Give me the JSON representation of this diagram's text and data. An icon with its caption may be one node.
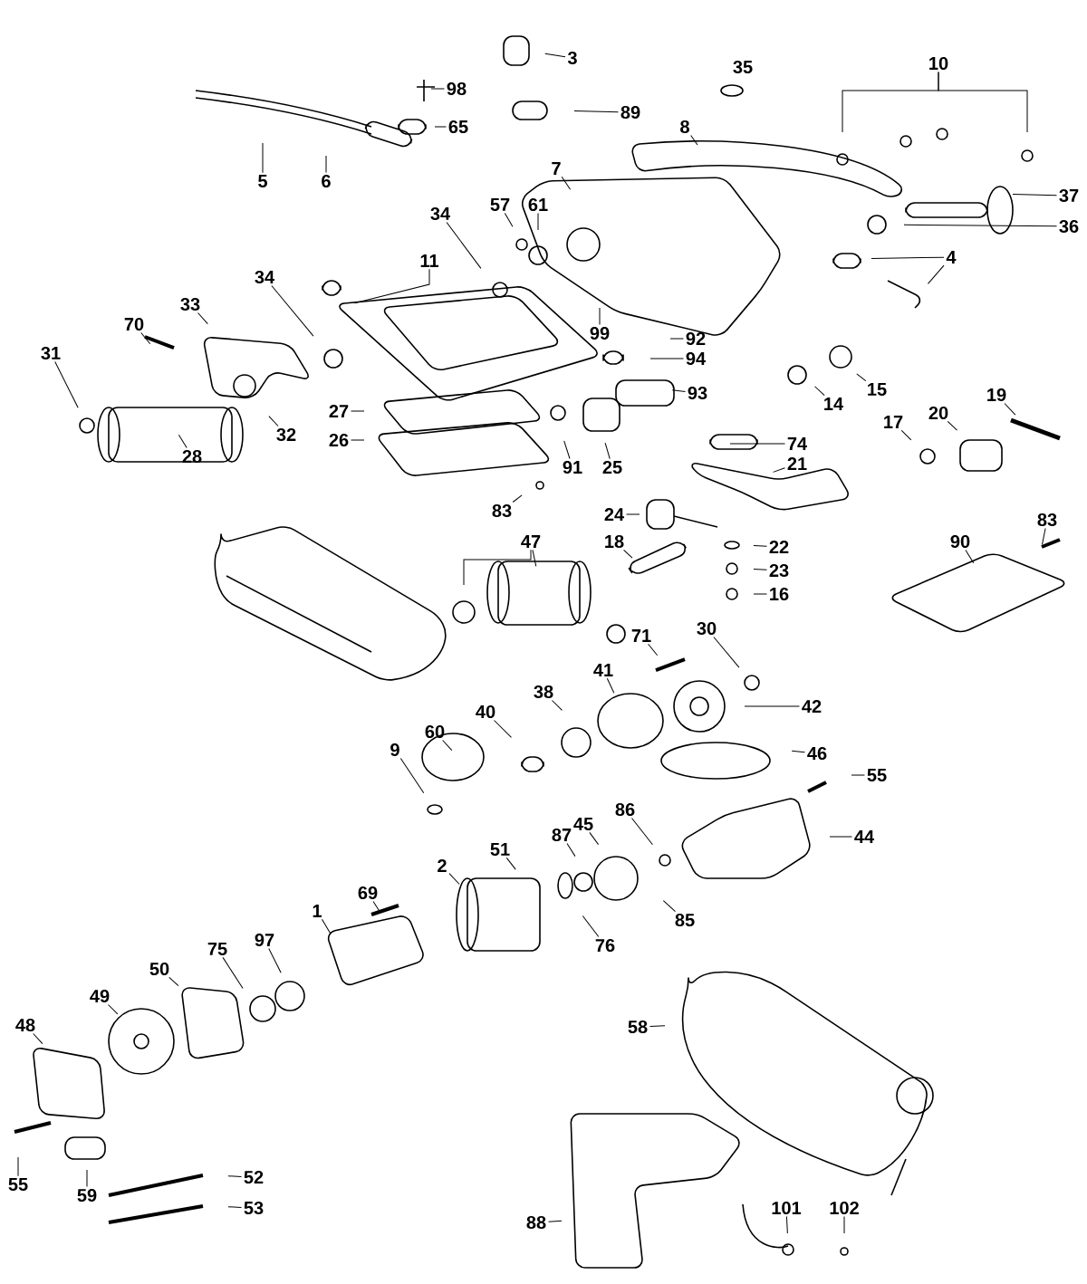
{
  "diagram": {
    "nodes": [
      {
        "text": [
          "3"
        ]
      },
      {
        "text": [
          "98"
        ]
      },
      {
        "text": [
          "89"
        ]
      },
      {
        "text": [
          "35"
        ]
      },
      {
        "text": [
          "10"
        ]
      },
      {
        "text": [
          "8"
        ]
      },
      {
        "text": [
          "5"
        ]
      },
      {
        "text": [
          "6"
        ]
      },
      {
        "text": [
          "65"
        ]
      },
      {
        "text": [
          "7"
        ]
      },
      {
        "text": [
          "37"
        ]
      },
      {
        "text": [
          "36"
        ]
      },
      {
        "text": [
          "61"
        ]
      },
      {
        "text": [
          "57"
        ]
      },
      {
        "text": [
          "34"
        ]
      },
      {
        "text": [
          "11"
        ]
      },
      {
        "text": [
          "4"
        ]
      },
      {
        "text": [
          "33"
        ]
      },
      {
        "text": [
          "34"
        ]
      },
      {
        "text": [
          "70"
        ]
      },
      {
        "text": [
          "31"
        ]
      },
      {
        "text": [
          "99"
        ]
      },
      {
        "text": [
          "92"
        ]
      },
      {
        "text": [
          "94"
        ]
      },
      {
        "text": [
          "93"
        ]
      },
      {
        "text": [
          "14"
        ]
      },
      {
        "text": [
          "15"
        ]
      },
      {
        "text": [
          "27"
        ]
      },
      {
        "text": [
          "32"
        ]
      },
      {
        "text": [
          "28"
        ]
      },
      {
        "text": [
          "26"
        ]
      },
      {
        "text": [
          "17"
        ]
      },
      {
        "text": [
          "20"
        ]
      },
      {
        "text": [
          "19"
        ]
      },
      {
        "text": [
          "91"
        ]
      },
      {
        "text": [
          "25"
        ]
      },
      {
        "text": [
          "74"
        ]
      },
      {
        "text": [
          "21"
        ]
      },
      {
        "text": [
          "83"
        ]
      },
      {
        "text": [
          "83"
        ]
      },
      {
        "text": [
          "90"
        ]
      },
      {
        "text": [
          "24"
        ]
      },
      {
        "text": [
          "18"
        ]
      },
      {
        "text": [
          "22"
        ]
      },
      {
        "text": [
          "23"
        ]
      },
      {
        "text": [
          "16"
        ]
      },
      {
        "text": [
          "47"
        ]
      },
      {
        "text": [
          "71"
        ]
      },
      {
        "text": [
          "30"
        ]
      },
      {
        "text": [
          "42"
        ]
      },
      {
        "text": [
          "41"
        ]
      },
      {
        "text": [
          "38"
        ]
      },
      {
        "text": [
          "40"
        ]
      },
      {
        "text": [
          "60"
        ]
      },
      {
        "text": [
          "9"
        ]
      },
      {
        "text": [
          "46"
        ]
      },
      {
        "text": [
          "55"
        ]
      },
      {
        "text": [
          "44"
        ]
      },
      {
        "text": [
          "86"
        ]
      },
      {
        "text": [
          "45"
        ]
      },
      {
        "text": [
          "87"
        ]
      },
      {
        "text": [
          "51"
        ]
      },
      {
        "text": [
          "2"
        ]
      },
      {
        "text": [
          "1"
        ]
      },
      {
        "text": [
          "69"
        ]
      },
      {
        "text": [
          "76"
        ]
      },
      {
        "text": [
          "85"
        ]
      },
      {
        "text": [
          "97"
        ]
      },
      {
        "text": [
          "75"
        ]
      },
      {
        "text": [
          "50"
        ]
      },
      {
        "text": [
          "49"
        ]
      },
      {
        "text": [
          "48"
        ]
      },
      {
        "text": [
          "58"
        ]
      },
      {
        "text": [
          "55"
        ]
      },
      {
        "text": [
          "59"
        ]
      },
      {
        "text": [
          "52"
        ]
      },
      {
        "text": [
          "53"
        ]
      },
      {
        "text": [
          "88"
        ]
      },
      {
        "text": [
          "101"
        ]
      },
      {
        "text": [
          "102"
        ]
      }
    ],
    "edges": [
      {
        "from": 0,
        "to": null,
        "arrow": "none"
      },
      {
        "from": 1,
        "to": null,
        "arrow": "none"
      },
      {
        "from": 2,
        "to": null,
        "arrow": "none"
      },
      {
        "from": 4,
        "to": null,
        "arrow": "none"
      },
      {
        "from": 4,
        "to": null,
        "arrow": "none"
      },
      {
        "from": 5,
        "to": null,
        "arrow": "none"
      },
      {
        "from": 6,
        "to": null,
        "arrow": "none"
      },
      {
        "from": 7,
        "to": null,
        "arrow": "none"
      },
      {
        "from": 8,
        "to": null,
        "arrow": "none"
      },
      {
        "from": 9,
        "to": null,
        "arrow": "none"
      },
      {
        "from": 10,
        "to": null,
        "arrow": "none"
      },
      {
        "from": 11,
        "to": null,
        "arrow": "none"
      },
      {
        "from": 12,
        "to": null,
        "arrow": "none"
      },
      {
        "from": 13,
        "to": null,
        "arrow": "none"
      },
      {
        "from": 14,
        "to": null,
        "arrow": "none"
      },
      {
        "from": 15,
        "to": null,
        "arrow": "none"
      },
      {
        "from": 16,
        "to": null,
        "arrow": "none"
      },
      {
        "from": 16,
        "to": null,
        "arrow": "none"
      },
      {
        "from": 17,
        "to": null,
        "arrow": "none"
      },
      {
        "from": 18,
        "to": null,
        "arrow": "none"
      },
      {
        "from": 19,
        "to": null,
        "arrow": "none"
      },
      {
        "from": 20,
        "to": null,
        "arrow": "none"
      },
      {
        "from": 21,
        "to": null,
        "arrow": "none"
      },
      {
        "from": 22,
        "to": null,
        "arrow": "none"
      },
      {
        "from": 23,
        "to": null,
        "arrow": "none"
      },
      {
        "from": 24,
        "to": null,
        "arrow": "none"
      },
      {
        "from": 25,
        "to": null,
        "arrow": "none"
      },
      {
        "from": 26,
        "to": null,
        "arrow": "none"
      },
      {
        "from": 27,
        "to": null,
        "arrow": "none"
      },
      {
        "from": 28,
        "to": null,
        "arrow": "none"
      },
      {
        "from": 29,
        "to": null,
        "arrow": "none"
      },
      {
        "from": 30,
        "to": null,
        "arrow": "none"
      },
      {
        "from": 31,
        "to": null,
        "arrow": "none"
      },
      {
        "from": 32,
        "to": null,
        "arrow": "none"
      },
      {
        "from": 33,
        "to": null,
        "arrow": "none"
      },
      {
        "from": 34,
        "to": null,
        "arrow": "none"
      },
      {
        "from": 35,
        "to": null,
        "arrow": "none"
      },
      {
        "from": 36,
        "to": null,
        "arrow": "none"
      },
      {
        "from": 37,
        "to": null,
        "arrow": "none"
      },
      {
        "from": 38,
        "to": null,
        "arrow": "none"
      },
      {
        "from": 39,
        "to": null,
        "arrow": "none"
      },
      {
        "from": 40,
        "to": null,
        "arrow": "none"
      },
      {
        "from": 41,
        "to": null,
        "arrow": "none"
      },
      {
        "from": 42,
        "to": null,
        "arrow": "none"
      },
      {
        "from": 43,
        "to": null,
        "arrow": "none"
      },
      {
        "from": 44,
        "to": null,
        "arrow": "none"
      },
      {
        "from": 45,
        "to": null,
        "arrow": "none"
      },
      {
        "from": 46,
        "to": null,
        "arrow": "none"
      },
      {
        "from": 46,
        "to": null,
        "arrow": "none"
      },
      {
        "from": 47,
        "to": null,
        "arrow": "none"
      },
      {
        "from": 48,
        "to": null,
        "arrow": "none"
      },
      {
        "from": 49,
        "to": null,
        "arrow": "none"
      },
      {
        "from": 50,
        "to": null,
        "arrow": "none"
      },
      {
        "from": 51,
        "to": null,
        "arrow": "none"
      },
      {
        "from": 52,
        "to": null,
        "arrow": "none"
      },
      {
        "from": 53,
        "to": null,
        "arrow": "none"
      },
      {
        "from": 54,
        "to": null,
        "arrow": "none"
      },
      {
        "from": 55,
        "to": null,
        "arrow": "none"
      },
      {
        "from": 56,
        "to": null,
        "arrow": "none"
      },
      {
        "from": 57,
        "to": null,
        "arrow": "none"
      },
      {
        "from": 58,
        "to": null,
        "arrow": "none"
      },
      {
        "from": 59,
        "to": null,
        "arrow": "none"
      },
      {
        "from": 60,
        "to": null,
        "arrow": "none"
      },
      {
        "from": 61,
        "to": null,
        "arrow": "none"
      },
      {
        "from": 62,
        "to": null,
        "arrow": "none"
      },
      {
        "from": 63,
        "to": null,
        "arrow": "none"
      },
      {
        "from": 64,
        "to": null,
        "arrow": "none"
      },
      {
        "from": 65,
        "to": null,
        "arrow": "none"
      },
      {
        "from": 66,
        "to": null,
        "arrow": "none"
      },
      {
        "from": 67,
        "to": null,
        "arrow": "none"
      },
      {
        "from": 68,
        "to": null,
        "arrow": "none"
      },
      {
        "from": 69,
        "to": null,
        "arrow": "none"
      },
      {
        "from": 70,
        "to": null,
        "arrow": "none"
      },
      {
        "from": 71,
        "to": null,
        "arrow": "none"
      },
      {
        "from": 72,
        "to": null,
        "arrow": "none"
      },
      {
        "from": 73,
        "to": null,
        "arrow": "none"
      },
      {
        "from": 74,
        "to": null,
        "arrow": "none"
      },
      {
        "from": 75,
        "to": null,
        "arrow": "none"
      },
      {
        "from": 76,
        "to": null,
        "arrow": "none"
      },
      {
        "from": 77,
        "to": null,
        "arrow": "none"
      },
      {
        "from": 78,
        "to": null,
        "arrow": "none"
      },
      {
        "from": 79,
        "to": null,
        "arrow": "none"
      }
    ]
  }
}
